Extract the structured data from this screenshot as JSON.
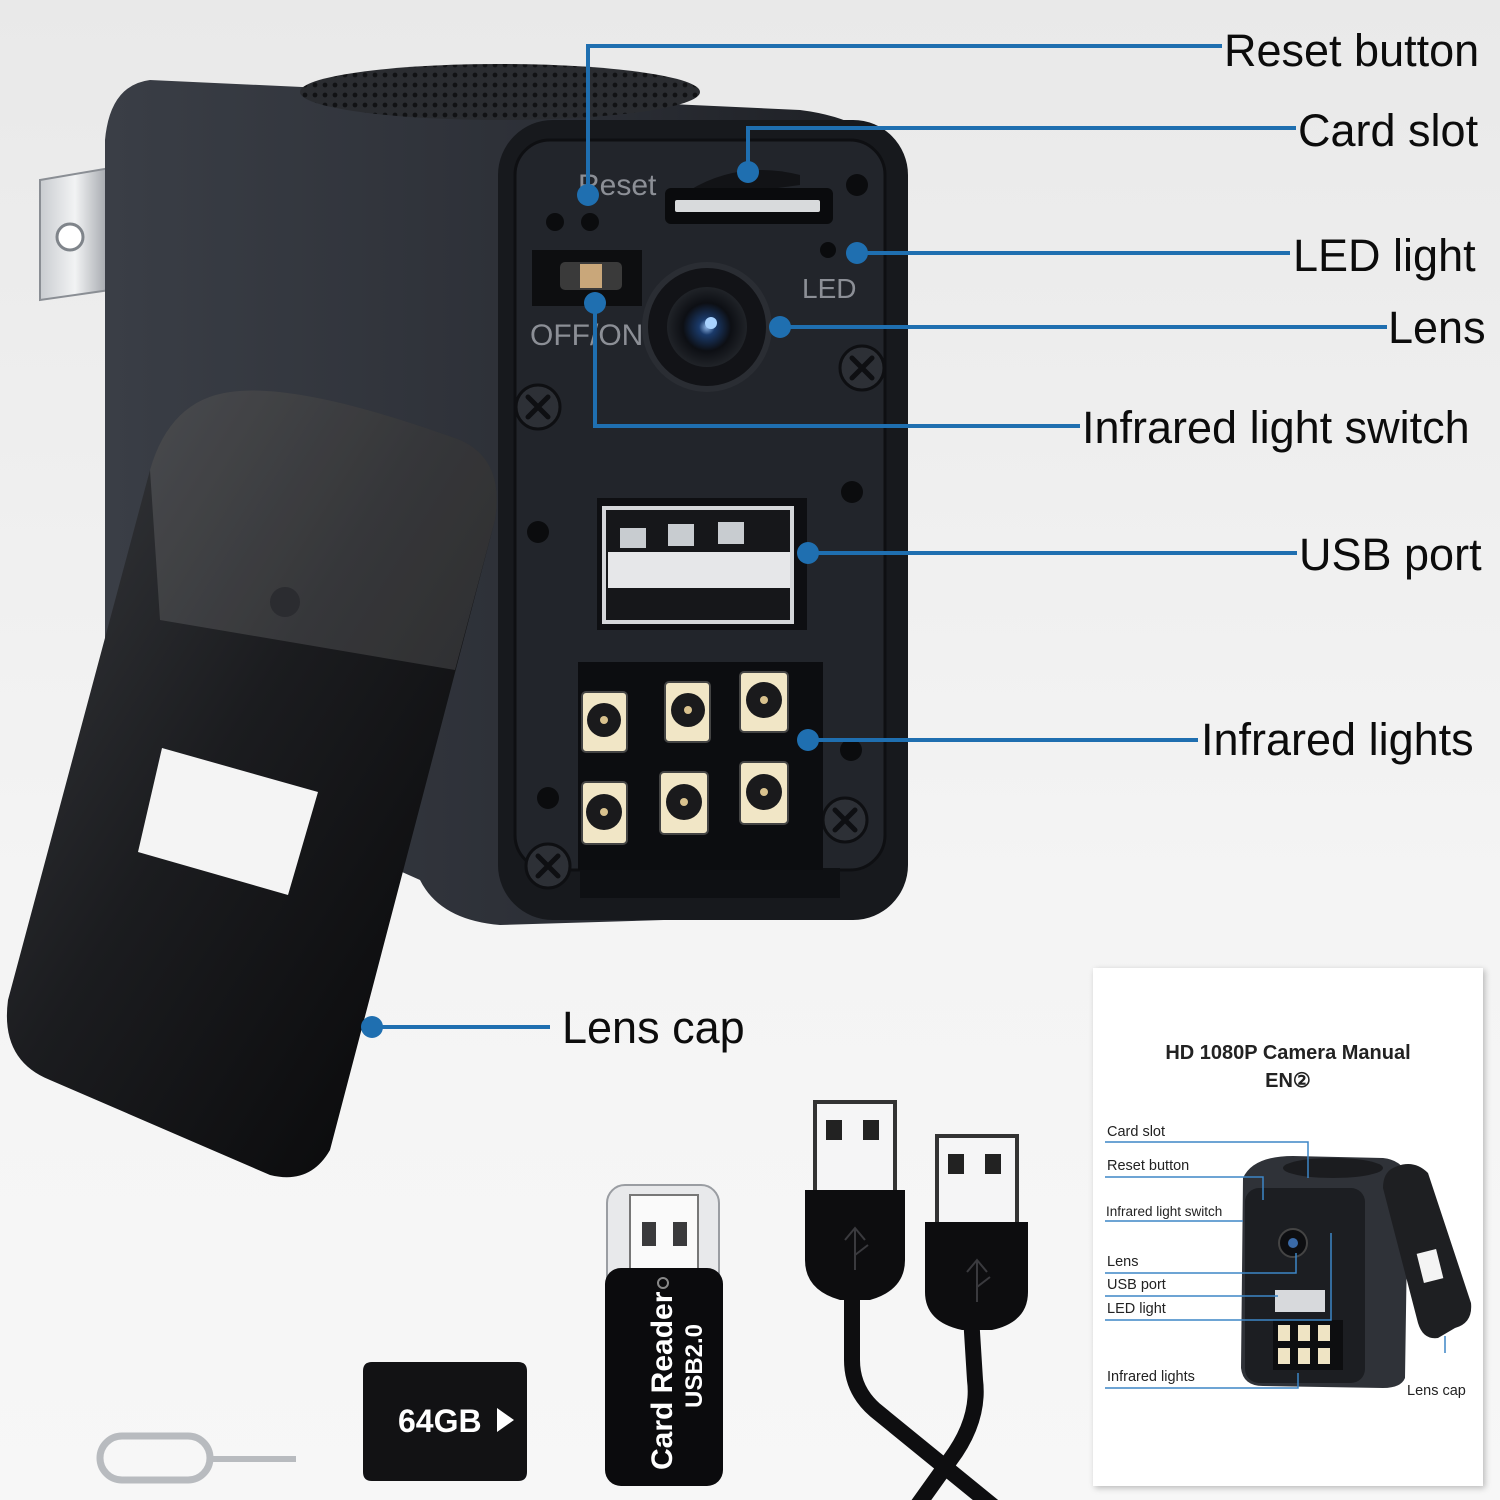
{
  "callouts": {
    "reset_button": "Reset button",
    "card_slot": "Card slot",
    "led_light": "LED light",
    "lens": "Lens",
    "infrared_light_switch": "Infrared light switch",
    "usb_port": "USB port",
    "infrared_lights": "Infrared lights",
    "lens_cap": "Lens cap"
  },
  "device_labels": {
    "reset": "Reset",
    "led": "LED",
    "off_on": "OFF/ON"
  },
  "accessories": {
    "memory_card": "64GB",
    "card_reader_line1": "Card Reader",
    "card_reader_line2": "USB2.0"
  },
  "manual": {
    "title": "HD 1080P Camera Manual",
    "subtitle": "EN②",
    "labels": {
      "card_slot": "Card slot",
      "reset_button": "Reset button",
      "infrared_light_switch": "Infrared light switch",
      "lens": "Lens",
      "usb_port": "USB port",
      "led_light": "LED light",
      "infrared_lights": "Infrared lights",
      "lens_cap": "Lens cap"
    }
  },
  "colors": {
    "leader_line": "#1f6fb0",
    "device_body": "#2c3038",
    "device_face": "#1f2228"
  }
}
